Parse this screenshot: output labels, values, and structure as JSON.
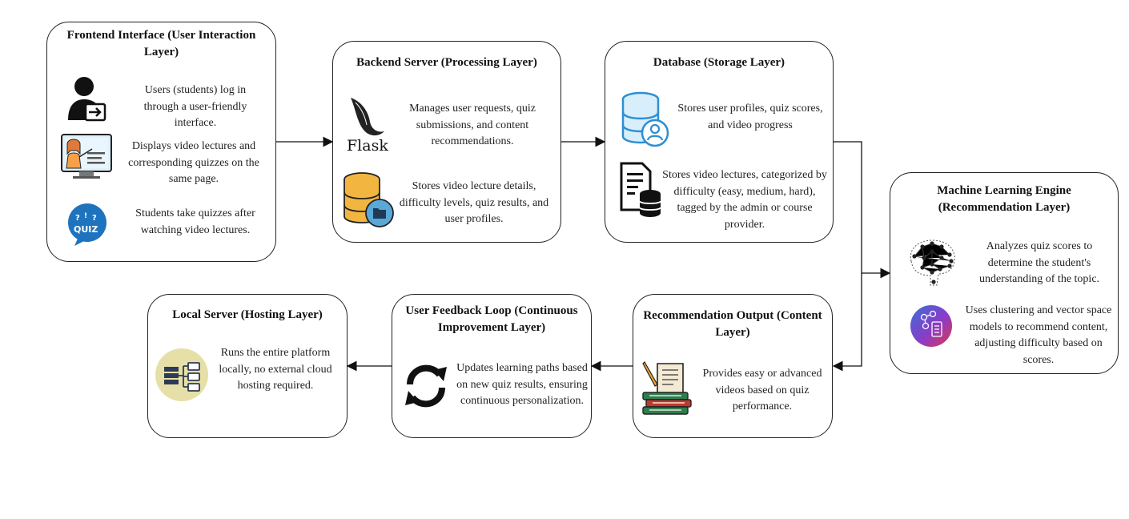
{
  "frontend": {
    "title": "Frontend Interface (User Interaction Layer)",
    "item1": "Users (students) log in through a user-friendly interface.",
    "item2": "Displays video lectures and corresponding quizzes on the same page.",
    "item3": "Students take quizzes after watching video lectures.",
    "quiz_icon_text": "QUIZ"
  },
  "backend": {
    "title": "Backend Server (Processing Layer)",
    "flask_label": "Flask",
    "item1": "Manages user requests, quiz submissions, and content recommendations.",
    "item2": "Stores video lecture details, difficulty levels, quiz results, and user profiles."
  },
  "database": {
    "title": "Database (Storage Layer)",
    "item1": "Stores user profiles, quiz scores, and video progress",
    "item2": "Stores video lectures, categorized by difficulty (easy, medium, hard), tagged by the admin or course provider."
  },
  "ml_engine": {
    "title": "Machine Learning Engine (Recommendation Layer)",
    "item1": "Analyzes quiz scores to determine the student's understanding of the topic.",
    "item2": "Uses clustering and vector space models to recommend content, adjusting difficulty based on scores."
  },
  "recommendation": {
    "title": "Recommendation Output (Content Layer)",
    "item1": "Provides easy or advanced videos based on quiz performance."
  },
  "feedback": {
    "title": "User Feedback Loop (Continuous Improvement Layer)",
    "item1": "Updates learning paths based on new quiz results, ensuring continuous personalization."
  },
  "local_server": {
    "title": "Local Server (Hosting Layer)",
    "item1": "Runs the entire platform locally, no external cloud hosting required."
  }
}
